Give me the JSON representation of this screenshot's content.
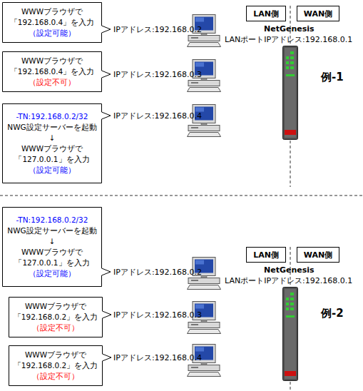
{
  "diagram": {
    "nodes": [
      {
        "text": [
          "WWWブラウザで 「192.168.0.4」を入力",
          "（設定可能）"
        ]
      },
      {
        "text": [
          "LAN側"
        ]
      },
      {
        "text": [
          "WAN側"
        ]
      },
      {
        "text": [
          "WWWブラウザで 「192.168.0.4」を入力",
          "（設定不可）"
        ]
      },
      {
        "text": [
          "-TN:192.168.0.2/32",
          "NWG設定サーバーを起動",
          "↓",
          "WWWブラウザで 「127.0.0.1」を入力",
          "（設定可能）"
        ]
      },
      {
        "text": [
          "-TN:192.168.0.2/32",
          "NWG設定サーバーを起動",
          "↓",
          "WWWブラウザで 「127.0.0.1」を入力",
          "（設定可能）"
        ]
      },
      {
        "text": [
          "LAN側"
        ]
      },
      {
        "text": [
          "WAN側"
        ]
      },
      {
        "text": [
          "WWWブラウザで 「192.168.0.2」を入力",
          "（設定不可）"
        ]
      },
      {
        "text": [
          "WWWブラウザで 「192.168.0.2」を入力",
          "（設定不可）"
        ]
      }
    ],
    "labels": [
      "NetGenesis",
      "LANポートIPアドレス:192.168.0.1",
      "IPアドレス:192.168.0.2",
      "IPアドレス:192.168.0.3",
      "例-1",
      "IPアドレス:192.168.0.4",
      "NetGenesis",
      "LANポートIPアドレス:192.168.0.1",
      "IPアドレス:192.168.0.2",
      "例-2",
      "IPアドレス:192.168.0.3",
      "IPアドレス:192.168.0.4"
    ]
  }
}
